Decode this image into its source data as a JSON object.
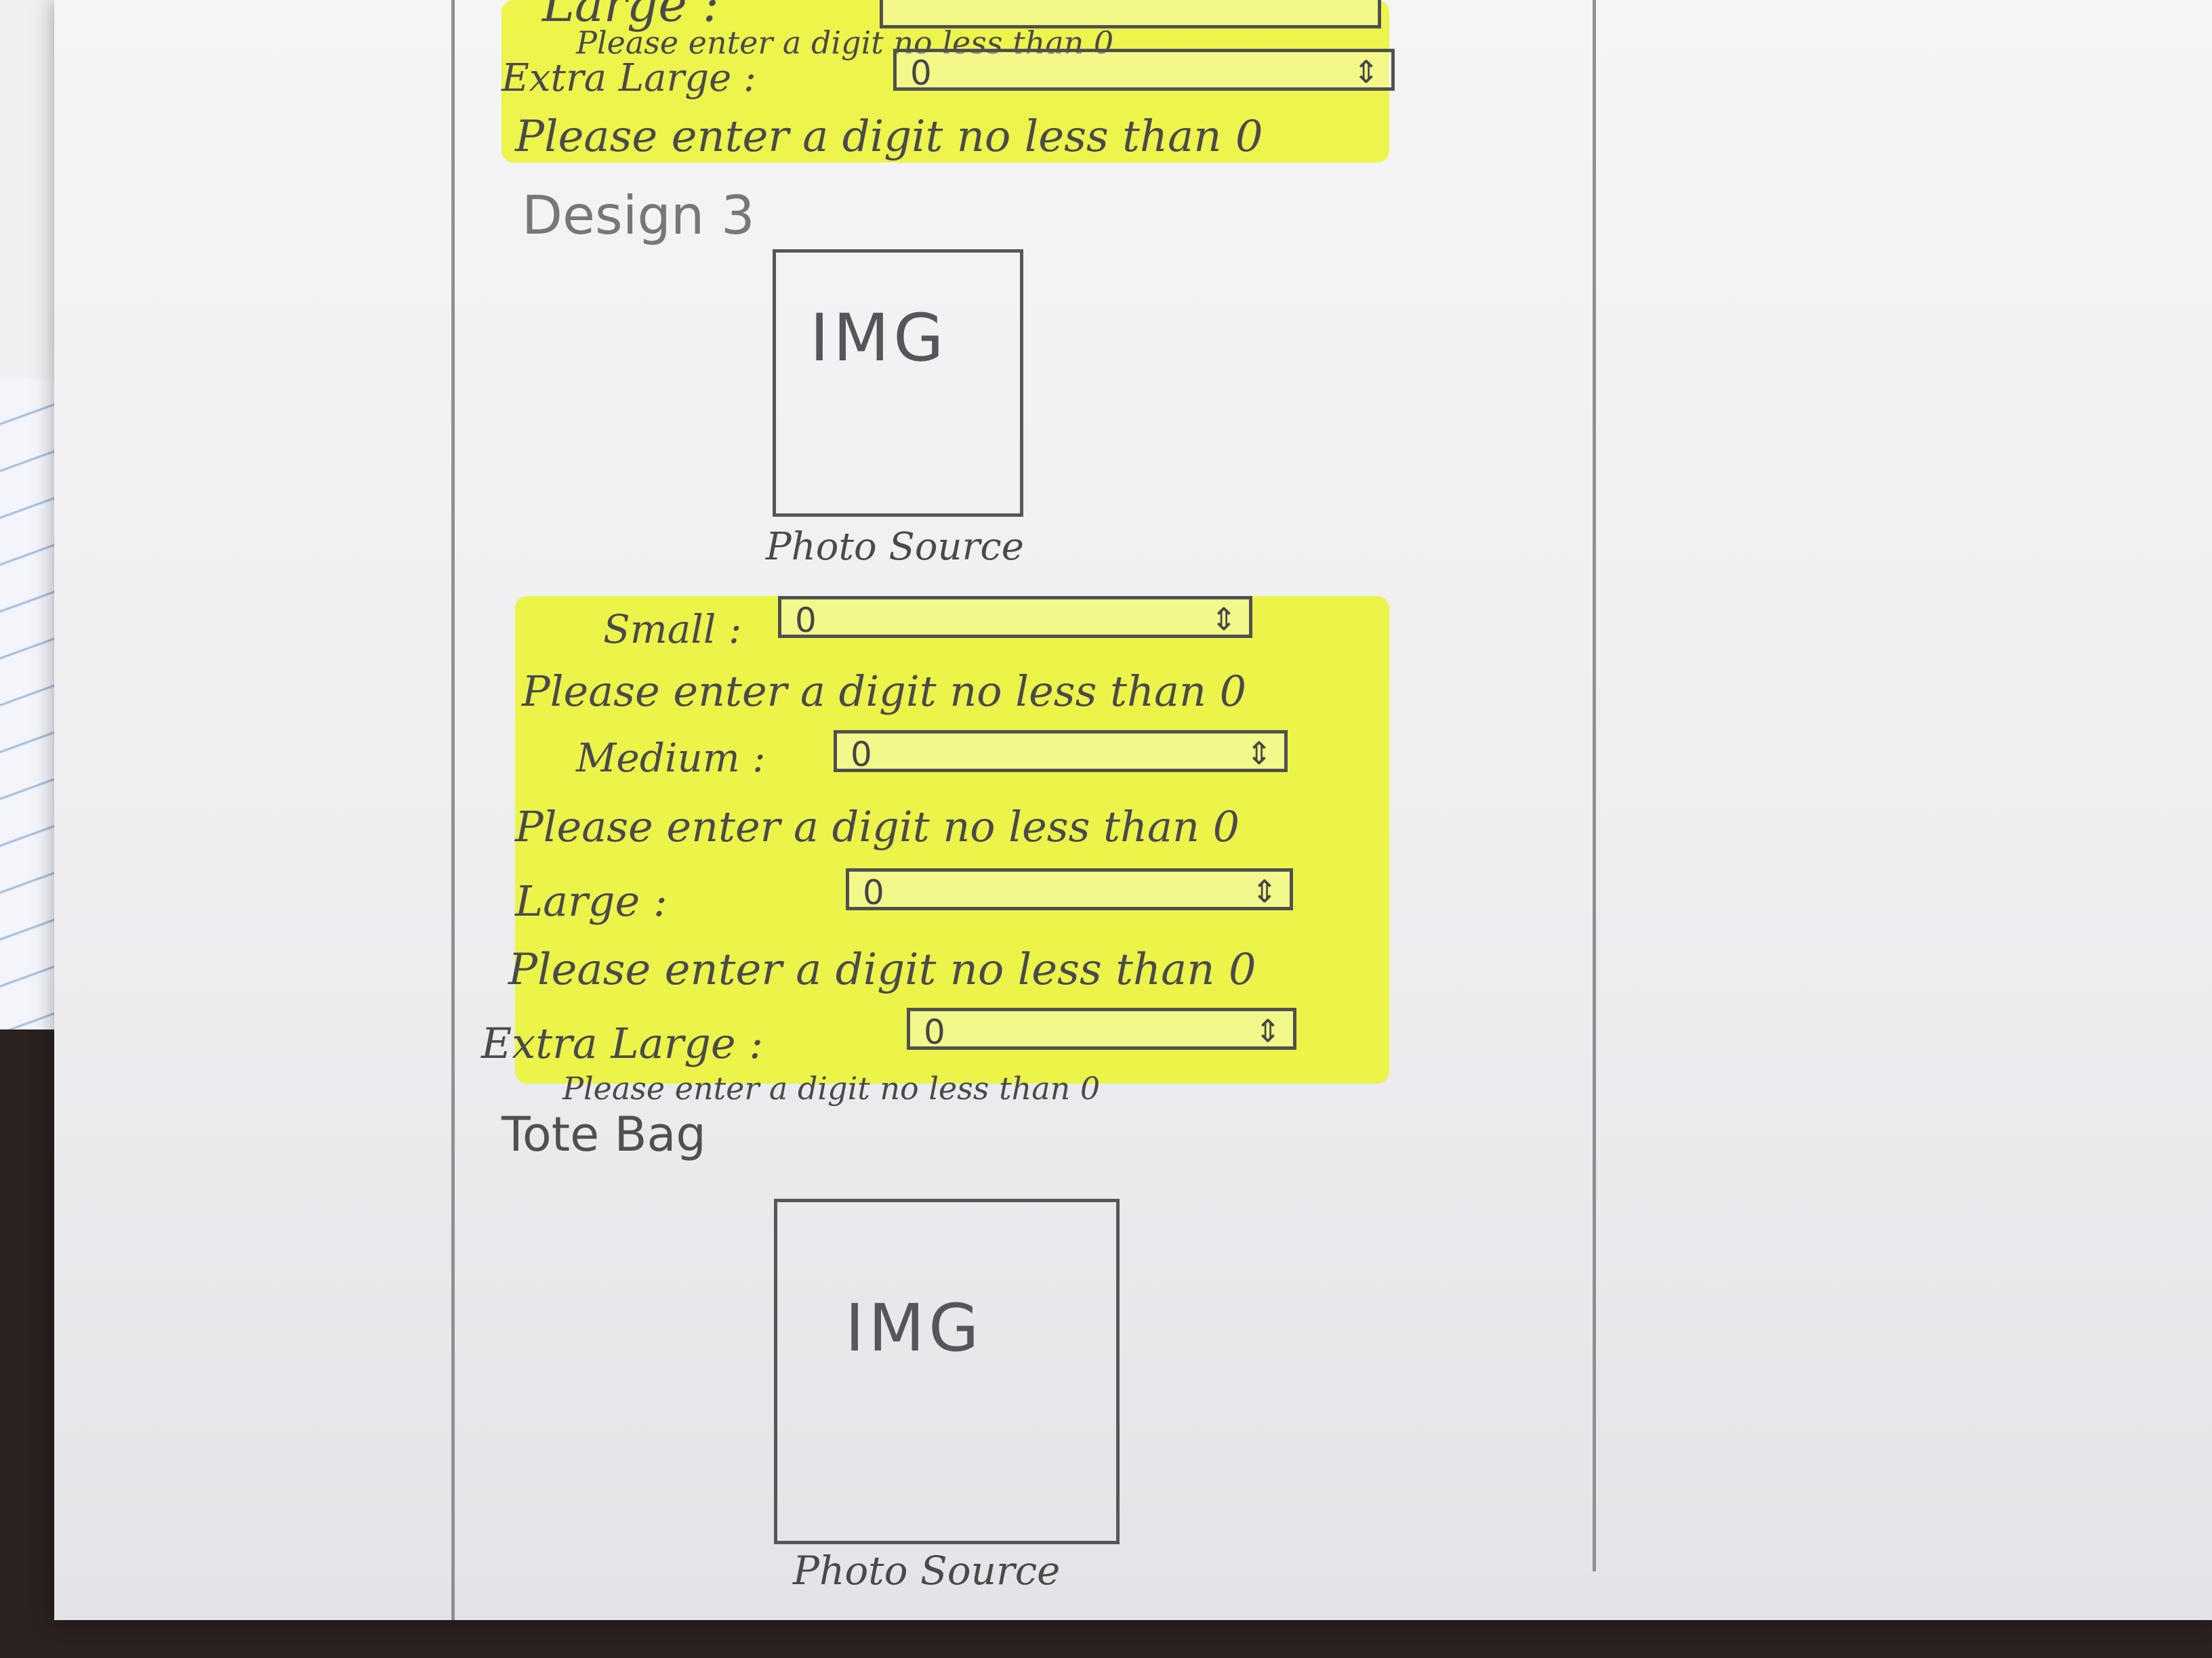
{
  "top_partial": {
    "large_label": "Large :",
    "large_hint": "Please enter a digit no less than 0",
    "xl_label": "Extra Large :",
    "xl_value": "0",
    "xl_hint": "Please enter a digit no less than 0"
  },
  "design3": {
    "heading": "Design 3",
    "image_placeholder": "IMG",
    "photo_source": "Photo Source",
    "fields": [
      {
        "label": "Small :",
        "value": "0",
        "hint": "Please enter a digit no less than 0"
      },
      {
        "label": "Medium :",
        "value": "0",
        "hint": "Please enter a digit no less than 0"
      },
      {
        "label": "Large :",
        "value": "0",
        "hint": "Please enter a digit no less than 0"
      },
      {
        "label": "Extra Large :",
        "value": "0",
        "hint": "Please enter a digit no less than 0"
      }
    ]
  },
  "tote_bag": {
    "heading": "Tote Bag",
    "image_placeholder": "IMG",
    "photo_source": "Photo Source"
  },
  "spin_glyph": "⇕",
  "colors": {
    "highlighter": "#ecf43c",
    "pencil": "#4a4a4c",
    "paper": "#f2f1f4"
  }
}
